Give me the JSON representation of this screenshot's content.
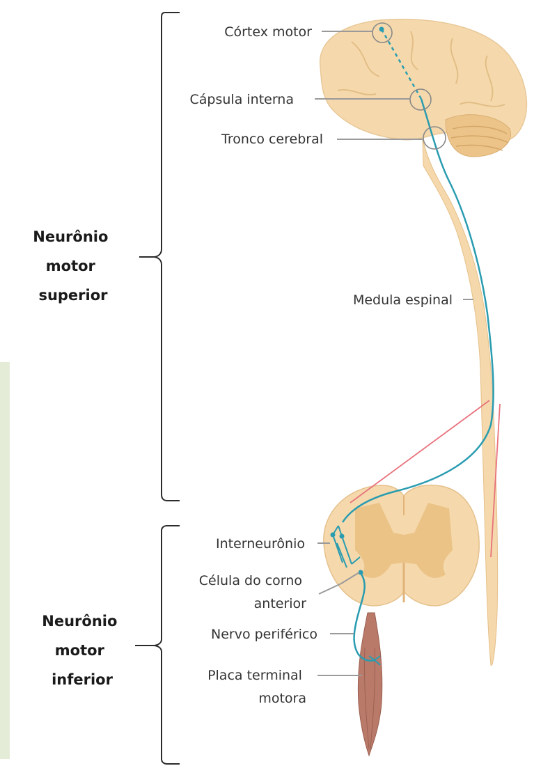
{
  "diagram": {
    "group_labels": {
      "upper": [
        "Neurônio",
        "motor",
        "superior"
      ],
      "lower": [
        "Neurônio",
        "motor",
        "inferior"
      ]
    },
    "labels": {
      "cortex": "Córtex motor",
      "capsula": "Cápsula interna",
      "tronco": "Tronco cerebral",
      "medula": "Medula espinal",
      "interneuronio": "Interneurônio",
      "celula_line1": "Célula do corno",
      "celula_line2": "anterior",
      "nervo": "Nervo periférico",
      "placa_line1": "Placa terminal",
      "placa_line2": "motora"
    },
    "colors": {
      "brain": "#f5d9ac",
      "brain_dark": "#ecc48a",
      "grey_matter": "#ebc387",
      "neuron_path": "#2a9cb0",
      "muscle": "#b97a6a",
      "highlight_lines": "#e8727c",
      "left_edge": "#e4ecd8"
    }
  }
}
